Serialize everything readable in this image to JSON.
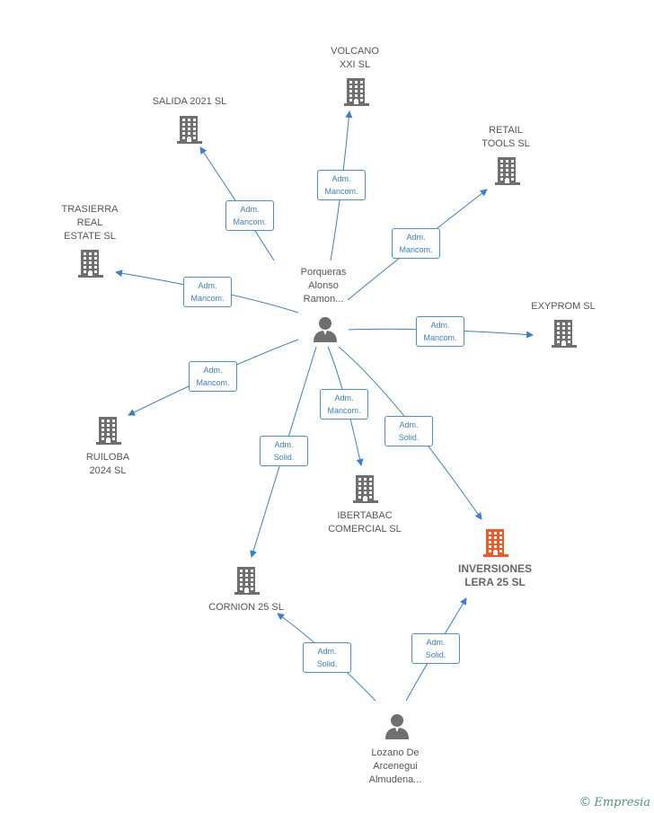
{
  "colors": {
    "edge": "#3a7fc8",
    "company_icon": "#6f6f6f",
    "focus_icon": "#f05a28",
    "person_icon": "#6f6f6f",
    "label": "#555555"
  },
  "icons": {
    "company": "building-icon",
    "person": "person-icon"
  },
  "nodes": [
    {
      "id": "volcano",
      "type": "company",
      "label": "VOLCANO\nXXI  SL"
    },
    {
      "id": "salida",
      "type": "company",
      "label": "SALIDA 2021  SL"
    },
    {
      "id": "retail",
      "type": "company",
      "label": "RETAIL\nTOOLS  SL"
    },
    {
      "id": "trasierra",
      "type": "company",
      "label": "TRASIERRA\nREAL\nESTATE  SL"
    },
    {
      "id": "exyprom",
      "type": "company",
      "label": "EXYPROM SL"
    },
    {
      "id": "ruiloba",
      "type": "company",
      "label": "RUILOBA\n2024  SL"
    },
    {
      "id": "ibertabac",
      "type": "company",
      "label": "IBERTABAC\nCOMERCIAL SL"
    },
    {
      "id": "inversiones",
      "type": "company",
      "focus": true,
      "label": "INVERSIONES\nLERA 25  SL"
    },
    {
      "id": "cornion",
      "type": "company",
      "label": "CORNION 25  SL"
    },
    {
      "id": "porqueras",
      "type": "person",
      "label": "Porqueras\nAlonso\nRamon..."
    },
    {
      "id": "lozano",
      "type": "person",
      "label": "Lozano De\nArcenegui\nAlmudena..."
    }
  ],
  "edges": [
    {
      "from": "porqueras",
      "to": "volcano",
      "label": "Adm.\nMancom."
    },
    {
      "from": "porqueras",
      "to": "salida",
      "label": "Adm.\nMancom."
    },
    {
      "from": "porqueras",
      "to": "retail",
      "label": "Adm.\nMancom."
    },
    {
      "from": "porqueras",
      "to": "trasierra",
      "label": "Adm.\nMancom."
    },
    {
      "from": "porqueras",
      "to": "exyprom",
      "label": "Adm.\nMancom."
    },
    {
      "from": "porqueras",
      "to": "ruiloba",
      "label": "Adm.\nMancom."
    },
    {
      "from": "porqueras",
      "to": "ibertabac",
      "label": "Adm.\nMancom."
    },
    {
      "from": "porqueras",
      "to": "inversiones",
      "label": "Adm.\nSolid."
    },
    {
      "from": "porqueras",
      "to": "cornion",
      "label": "Adm.\nSolid."
    },
    {
      "from": "lozano",
      "to": "cornion",
      "label": "Adm.\nSolid."
    },
    {
      "from": "lozano",
      "to": "inversiones",
      "label": "Adm.\nSolid."
    }
  ],
  "brand": {
    "copyright": "©",
    "name": "Empresia"
  }
}
